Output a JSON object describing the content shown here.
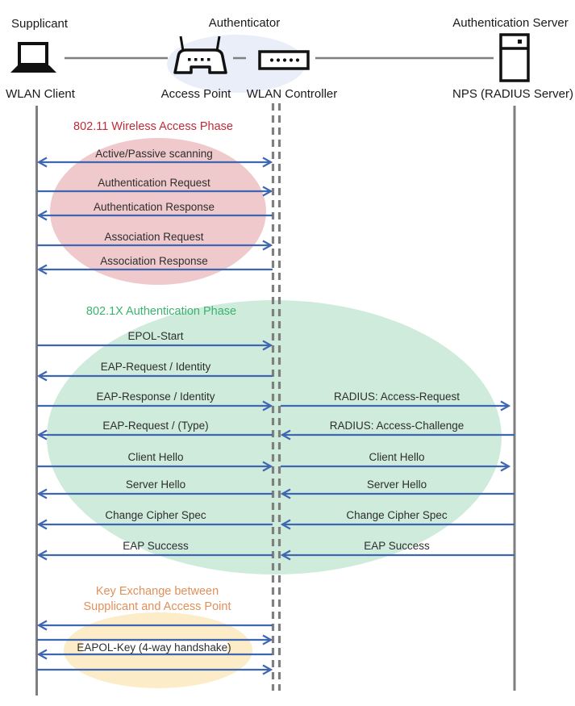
{
  "actors": {
    "supplicant": {
      "role": "Supplicant",
      "device": "WLAN Client"
    },
    "authenticator": {
      "role": "Authenticator",
      "device_left": "Access Point",
      "device_right": "WLAN Controller"
    },
    "authentication_server": {
      "role": "Authentication Server",
      "device": "NPS (RADIUS Server)"
    }
  },
  "phases": [
    {
      "id": "wireless-access",
      "title": "802.11 Wireless Access Phase",
      "title_color": "#C12A38",
      "ellipse_color": "#EFC9CC"
    },
    {
      "id": "authentication",
      "title": "802.1X Authentication Phase",
      "title_color": "#3BB26E",
      "ellipse_color": "#CEEBDC"
    },
    {
      "id": "key-exchange",
      "title_line1": "Key Exchange between",
      "title_line2": "Supplicant and Access Point",
      "title_color": "#E0905B",
      "ellipse_color": "#FCECC7"
    }
  ],
  "messages": {
    "phase1": [
      {
        "label": "Active/Passive scanning",
        "direction": "both"
      },
      {
        "label": "Authentication Request",
        "direction": "right"
      },
      {
        "label": "Authentication Response",
        "direction": "left"
      },
      {
        "label": "Association Request",
        "direction": "right"
      },
      {
        "label": "Association Response",
        "direction": "left"
      }
    ],
    "phase2_client_side": [
      {
        "label": "EPOL-Start",
        "direction": "right"
      },
      {
        "label": "EAP-Request / Identity",
        "direction": "left"
      },
      {
        "label": "EAP-Response / Identity",
        "direction": "right"
      },
      {
        "label": "EAP-Request / (Type)",
        "direction": "left"
      },
      {
        "label": "Client Hello",
        "direction": "right"
      },
      {
        "label": "Server Hello",
        "direction": "left"
      },
      {
        "label": "Change Cipher Spec",
        "direction": "left"
      },
      {
        "label": "EAP Success",
        "direction": "left"
      }
    ],
    "phase2_server_side": [
      {
        "label": "RADIUS: Access-Request",
        "direction": "right"
      },
      {
        "label": "RADIUS: Access-Challenge",
        "direction": "left"
      },
      {
        "label": "Client Hello",
        "direction": "right"
      },
      {
        "label": "Server Hello",
        "direction": "left"
      },
      {
        "label": "Change Cipher Spec",
        "direction": "left"
      },
      {
        "label": "EAP Success",
        "direction": "left"
      }
    ],
    "phase3": {
      "key_label": "EAPOL-Key (4-way handshake)",
      "arrow_directions": [
        "left",
        "right",
        "left",
        "right"
      ]
    }
  },
  "colors": {
    "arrow": "#3F66B0",
    "lifeline": "#7F7F7F",
    "label_text": "#2E2E2E",
    "authenticator_ellipse": "#E9EEF8"
  }
}
